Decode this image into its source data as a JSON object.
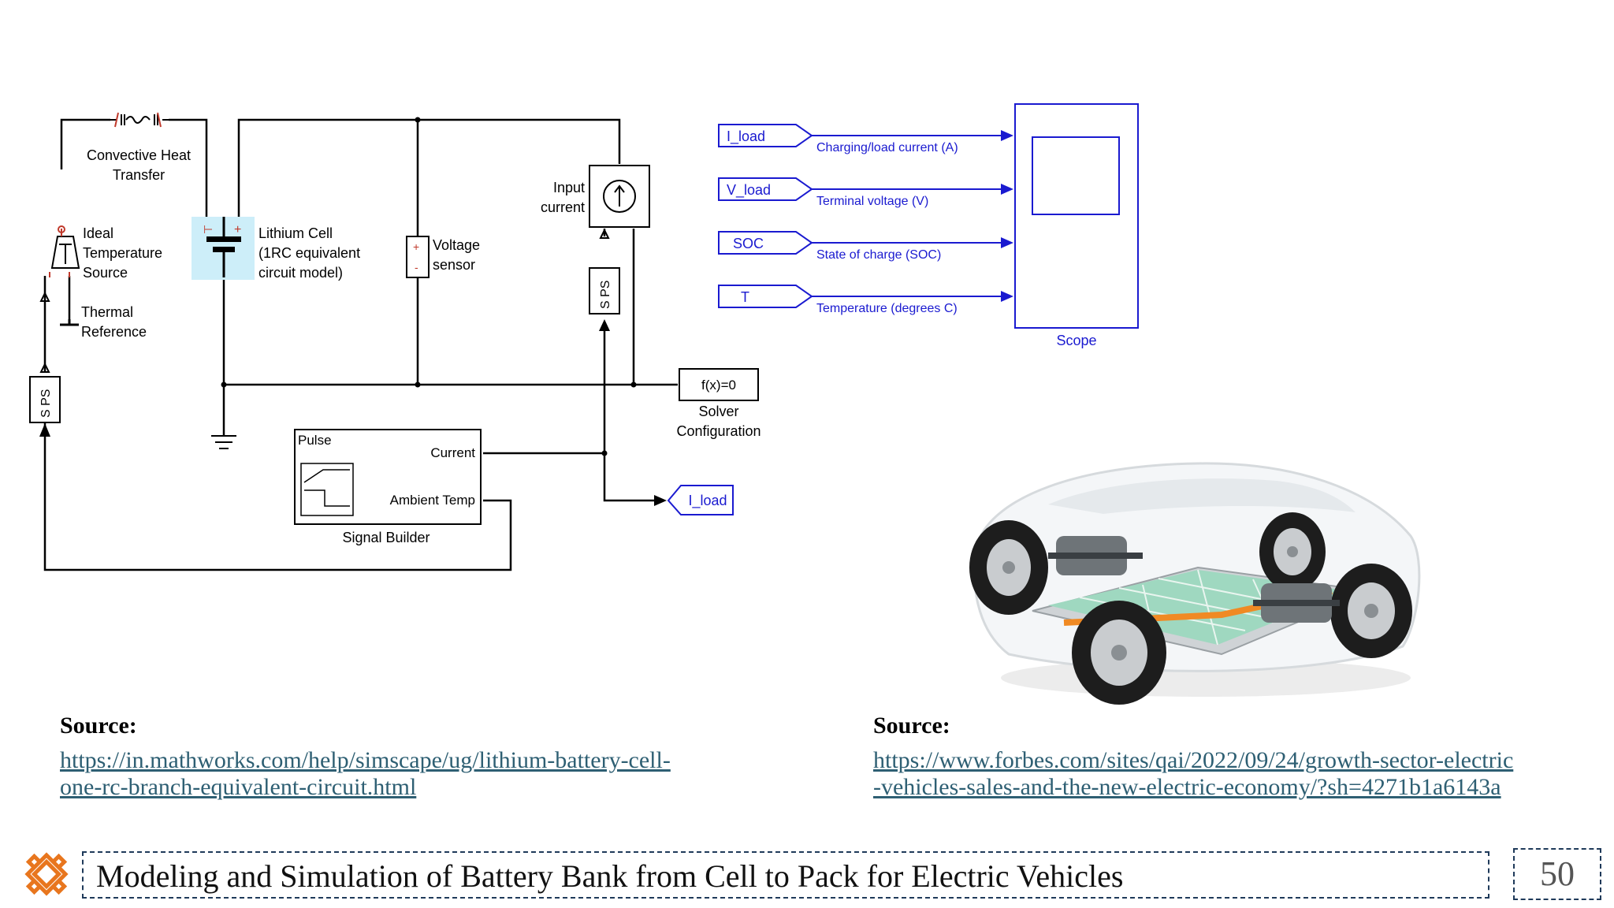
{
  "circuit": {
    "convective_label": [
      "Convective Heat",
      "Transfer"
    ],
    "ideal_temp_label": [
      "Ideal",
      "Temperature",
      "Source"
    ],
    "thermal_ref_label": [
      "Thermal",
      "Reference"
    ],
    "cell_label": [
      "Lithium Cell",
      "(1RC equivalent",
      "circuit model)"
    ],
    "voltage_sensor_label": [
      "Voltage",
      "sensor"
    ],
    "input_current_label": [
      "Input",
      "current"
    ],
    "sps_label": "S PS",
    "solver_block": "f(x)=0",
    "solver_label": [
      "Solver",
      "Configuration"
    ],
    "signal_builder": {
      "pulse": "Pulse",
      "current": "Current",
      "ambient": "Ambient Temp",
      "label": "Signal Builder"
    },
    "goto_tag": "I_load"
  },
  "scope": {
    "inputs": [
      {
        "tag": "I_load",
        "signal": "Charging/load current (A)"
      },
      {
        "tag": "V_load",
        "signal": "Terminal voltage (V)"
      },
      {
        "tag": "SOC",
        "signal": "State of charge (SOC)"
      },
      {
        "tag": "T",
        "signal": "Temperature (degrees C)"
      }
    ],
    "label": "Scope"
  },
  "sources": {
    "left": {
      "heading": "Source:",
      "url_line1": "https://in.mathworks.com/help/simscape/ug/lithium-battery-cell-",
      "url_line2": "one-rc-branch-equivalent-circuit.html"
    },
    "right": {
      "heading": "Source:",
      "url_line1": "https://www.forbes.com/sites/qai/2022/09/24/growth-sector-electric",
      "url_line2": "-vehicles-sales-and-the-new-electric-economy/?sh=4271b1a6143a"
    }
  },
  "footer": {
    "title": "Modeling and Simulation of Battery Bank from Cell to Pack for Electric Vehicles",
    "page_number": "50"
  },
  "colors": {
    "simulink_blue": "#1a1ad0",
    "link": "#2e5f73",
    "footer_border": "#1f3a5a",
    "logo": "#e8761e"
  }
}
